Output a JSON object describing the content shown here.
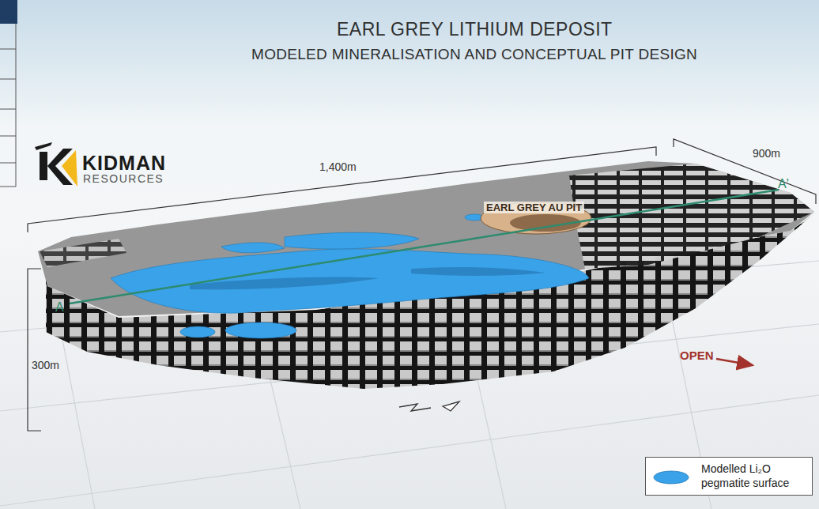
{
  "diagram": {
    "title": "EARL GREY LITHIUM DEPOSIT",
    "labels": [
      "MODELED MINERALISATION AND CONCEPTUAL PIT DESIGN",
      "KIDMAN",
      "RESOURCES",
      "1,400m",
      "900m",
      "300m",
      "EARL GREY AU PIT",
      "A",
      "A'",
      "OPEN"
    ],
    "legend": [
      {
        "text": "Modelled Li₂O pegmatite surface",
        "color": "#3aa2e8"
      }
    ]
  }
}
